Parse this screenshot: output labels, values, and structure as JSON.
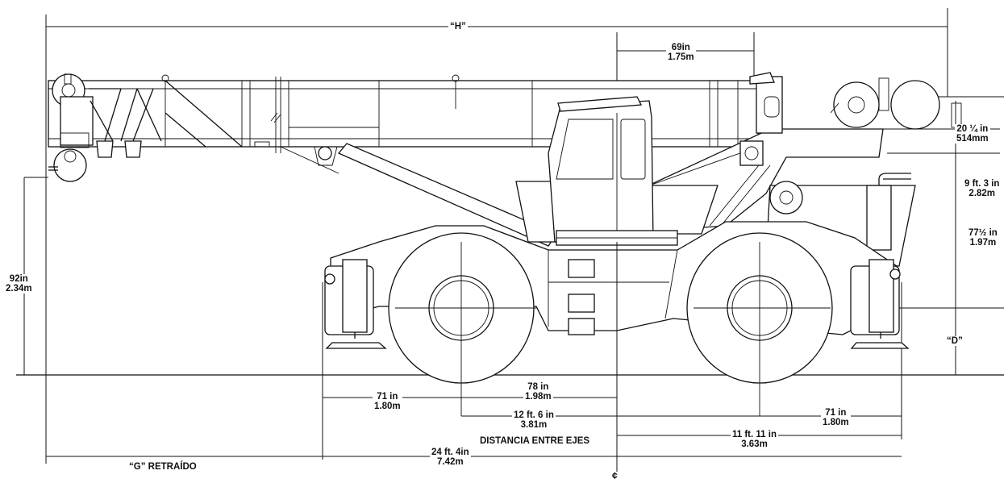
{
  "dimensions": {
    "overall_height": "“H”",
    "cab_offset": "69in\n1.75m",
    "boom_pivot": "20 ¼ in\n514mm",
    "cab_top_height": "9 ft. 3 in\n2.82m",
    "deck_height": "77½ in\n1.97m",
    "outrigger_d": "“D”",
    "boom_tip_height": "92in\n2.34m",
    "center_to_rear_axle": "78 in\n1.98m",
    "front_overhang": "71 in\n1.80m",
    "rear_overhang": "71 in\n1.80m",
    "wheelbase": "12 ft. 6 in\n3.81m",
    "wheelbase_label": "DISTANCIA ENTRE EJES",
    "rotation_to_rear": "11 ft. 11 in\n3.63m",
    "overall_length": "24 ft. 4in\n7.42m",
    "g_retracted": "“G” RETRAÍDO",
    "centerline_symbol": "¢"
  }
}
